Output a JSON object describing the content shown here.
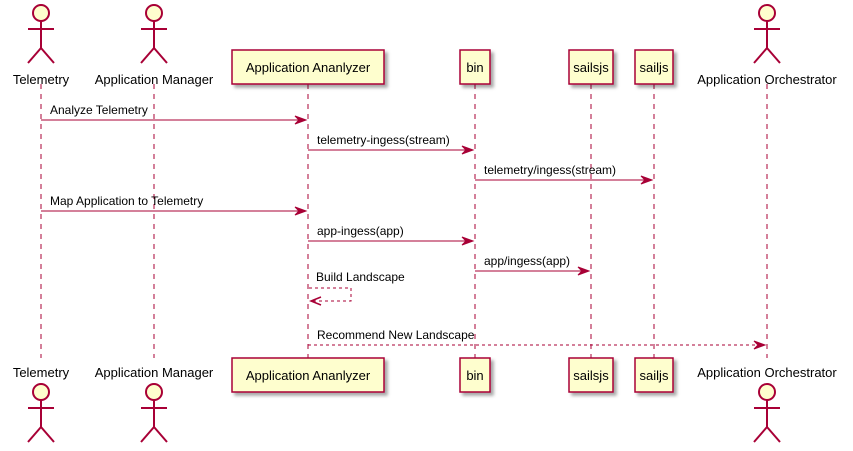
{
  "colors": {
    "line": "#A80036",
    "box_fill": "#FEFECE",
    "box_stroke": "#A80036",
    "text": "#000000"
  },
  "participants": [
    {
      "id": "telemetry",
      "label": "Telemetry",
      "kind": "actor"
    },
    {
      "id": "appmgr",
      "label": "Application Manager",
      "kind": "actor"
    },
    {
      "id": "analyzer",
      "label": "Application Ananlyzer",
      "kind": "box"
    },
    {
      "id": "bin",
      "label": "bin",
      "kind": "box"
    },
    {
      "id": "sailsjs",
      "label": "sailsjs",
      "kind": "box"
    },
    {
      "id": "sailjs",
      "label": "sailjs",
      "kind": "box"
    },
    {
      "id": "orchestrator",
      "label": "Application Orchestrator",
      "kind": "actor"
    }
  ],
  "messages": [
    {
      "from": "telemetry",
      "to": "analyzer",
      "text": "Analyze Telemetry",
      "style": "solid"
    },
    {
      "from": "analyzer",
      "to": "bin",
      "text": "telemetry-ingess(stream)",
      "style": "solid"
    },
    {
      "from": "bin",
      "to": "sailjs",
      "text": "telemetry/ingess(stream)",
      "style": "solid"
    },
    {
      "from": "telemetry",
      "to": "analyzer",
      "text": "Map Application to Telemetry",
      "style": "solid"
    },
    {
      "from": "analyzer",
      "to": "bin",
      "text": "app-ingess(app)",
      "style": "solid"
    },
    {
      "from": "bin",
      "to": "sailsjs",
      "text": "app/ingess(app)",
      "style": "solid"
    },
    {
      "from": "analyzer",
      "to": "analyzer",
      "text": "Build Landscape",
      "style": "dashed"
    },
    {
      "from": "analyzer",
      "to": "orchestrator",
      "text": "Recommend New Landscape",
      "style": "dashed"
    }
  ]
}
